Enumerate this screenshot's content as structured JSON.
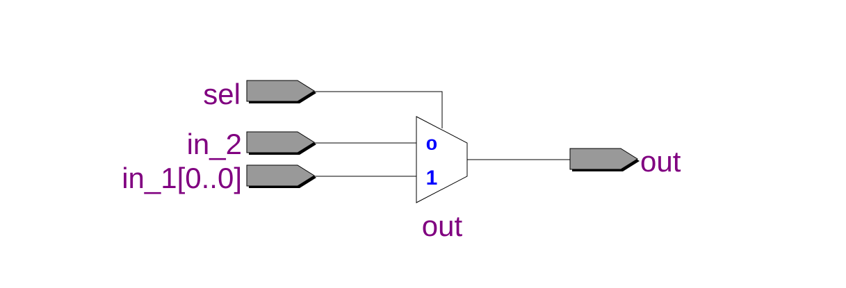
{
  "colors": {
    "label": "#800080",
    "port_fill": "#999999",
    "port_stroke": "#000000",
    "wire": "#000000",
    "mux_fill": "#ffffff",
    "pin_label": "#0000ff"
  },
  "inputs": {
    "sel": "sel",
    "in_2": "in_2",
    "in_1": "in_1[0..0]"
  },
  "output": {
    "label": "out"
  },
  "mux": {
    "name": "out",
    "pin_0": "0",
    "pin_1": "1"
  }
}
